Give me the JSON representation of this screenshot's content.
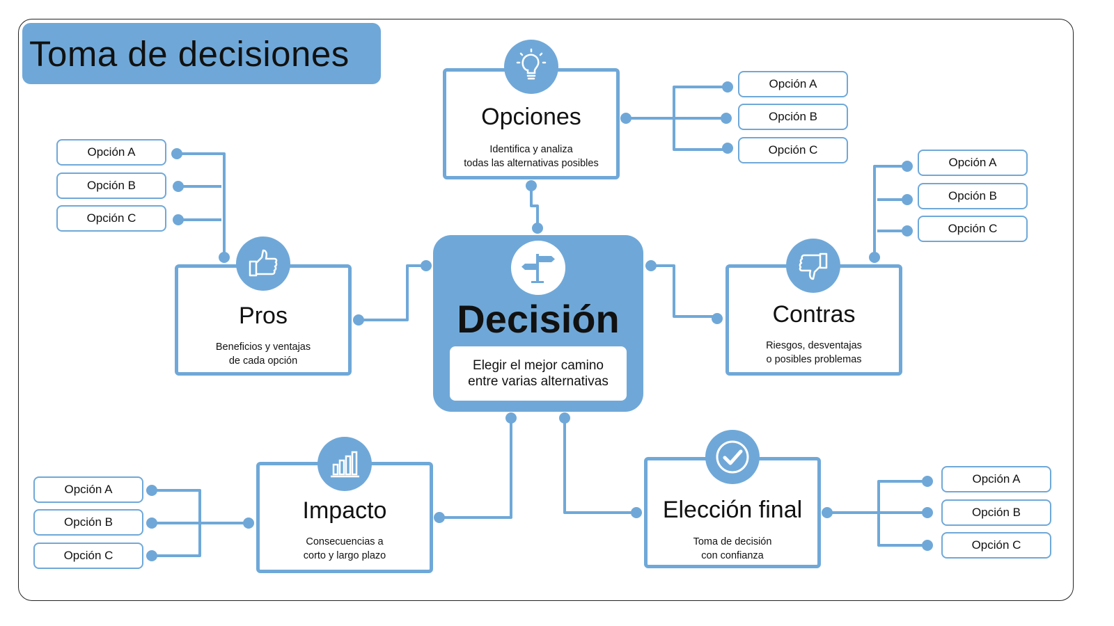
{
  "title": "Toma de decisiones",
  "accent_color": "#6fa8d8",
  "center": {
    "title": "Decisión",
    "description": "Elegir el mejor camino\nentre varias alternativas",
    "icon": "signpost-icon"
  },
  "nodes": {
    "opciones": {
      "title": "Opciones",
      "description": "Identifica y analiza\ntodas las alternativas posibles",
      "icon": "lightbulb-icon",
      "options": [
        "Opción A",
        "Opción B",
        "Opción C"
      ]
    },
    "pros": {
      "title": "Pros",
      "description": "Beneficios y ventajas\nde cada opción",
      "icon": "thumbs-up-icon",
      "options": [
        "Opción A",
        "Opción B",
        "Opción C"
      ]
    },
    "contras": {
      "title": "Contras",
      "description": "Riesgos, desventajas\no posibles problemas",
      "icon": "thumbs-down-icon",
      "options": [
        "Opción A",
        "Opción B",
        "Opción C"
      ]
    },
    "impacto": {
      "title": "Impacto",
      "description": "Consecuencias a\ncorto y largo plazo",
      "icon": "bar-chart-icon",
      "options": [
        "Opción A",
        "Opción B",
        "Opción C"
      ]
    },
    "eleccion": {
      "title": "Elección final",
      "description": "Toma de decisión\ncon confianza",
      "icon": "check-circle-icon",
      "options": [
        "Opción A",
        "Opción B",
        "Opción C"
      ]
    }
  }
}
